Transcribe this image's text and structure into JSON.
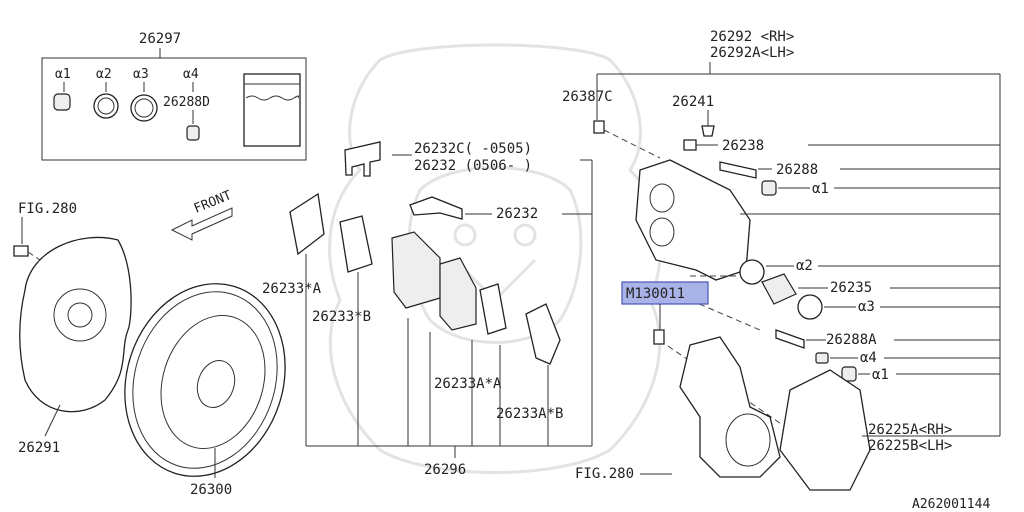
{
  "kit": {
    "number": "26297",
    "items": [
      "α1",
      "α2",
      "α3",
      "α4",
      "26288D"
    ]
  },
  "labels": {
    "fig280_top": "FIG.280",
    "front": "FRONT",
    "shield": "26291",
    "rotor": "26300",
    "caliper_rh": "26292 <RH>",
    "caliper_lh": "26292A<LH>",
    "bolt_26387c": "26387C",
    "bleeder": "26241",
    "cap": "26238",
    "guide_pin_1": "26288",
    "boot_a1_upper": "α1",
    "shim_upper_a": "26232C( -0505)",
    "shim_upper_b": "26232 (0506- )",
    "clip": "26232",
    "pad_a": "26233*A",
    "pad_b": "26233*B",
    "pad_aa": "26233A*A",
    "pad_ab": "26233A*B",
    "pad_set": "26296",
    "seal_a2": "α2",
    "piston": "26235",
    "boot_a3": "α3",
    "highlight": "M130011",
    "guide_pin_2": "26288A",
    "boot_a4": "α4",
    "boot_a1_lower": "α1",
    "support_rh": "26225A<RH>",
    "support_lh": "26225B<LH>",
    "fig280_bottom": "FIG.280",
    "diagram_id": "A262001144"
  },
  "colors": {
    "highlight_fill": "#aab3e8",
    "highlight_stroke": "#4a55b8",
    "line": "#333333"
  }
}
